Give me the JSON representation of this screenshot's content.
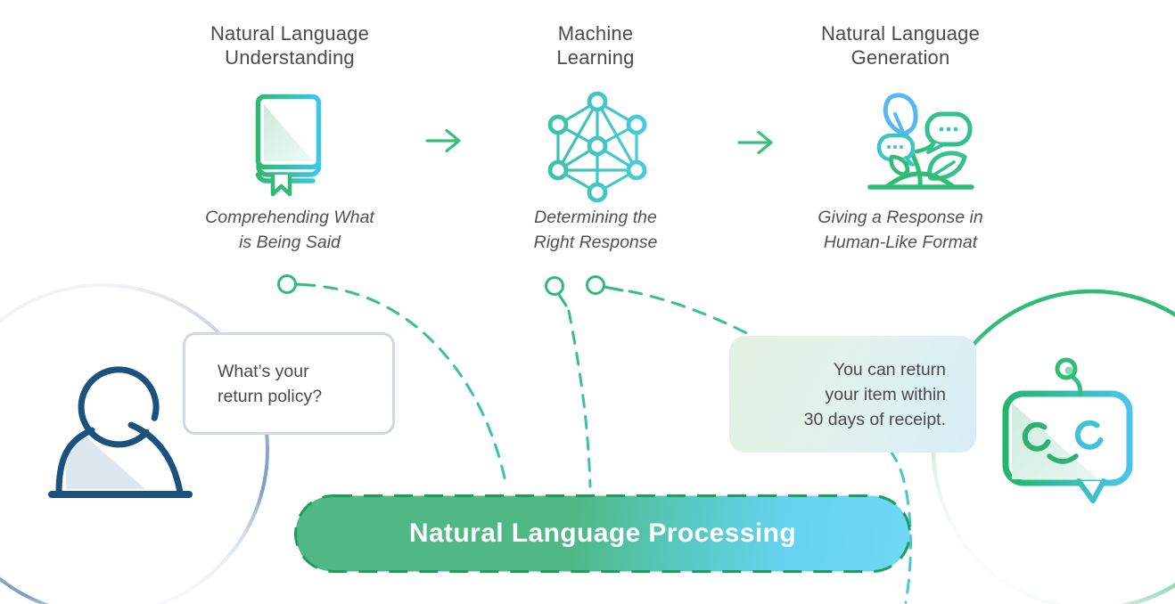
{
  "diagram": {
    "stages": [
      {
        "title_lines": [
          "Natural Language",
          "Understanding"
        ],
        "icon": "book-icon",
        "caption_lines": [
          "Comprehending What",
          "is Being Said"
        ]
      },
      {
        "title_lines": [
          "Machine",
          "Learning"
        ],
        "icon": "network-icon",
        "caption_lines": [
          "Determining the",
          "Right Response"
        ]
      },
      {
        "title_lines": [
          "Natural Language",
          "Generation"
        ],
        "icon": "plant-icon",
        "caption_lines": [
          "Giving a Response in",
          "Human-Like Format"
        ]
      }
    ],
    "user_bubble_lines": [
      "What’s your",
      "return policy?"
    ],
    "bot_bubble_lines": [
      "You can return",
      "your item within",
      "30 days of receipt."
    ],
    "pill_label": "Natural Language Processing",
    "colors": {
      "green": "#2fbd76",
      "teal": "#3ec4c9",
      "cyan": "#47c8ea",
      "leaf_blue": "#57b7f0",
      "navy": "#1b517e",
      "steel_blue": "#7d9cbe",
      "heading_text": "#4a4b4d",
      "pill_border": "#1f9e5b",
      "pill_text": "#ffffff"
    }
  }
}
